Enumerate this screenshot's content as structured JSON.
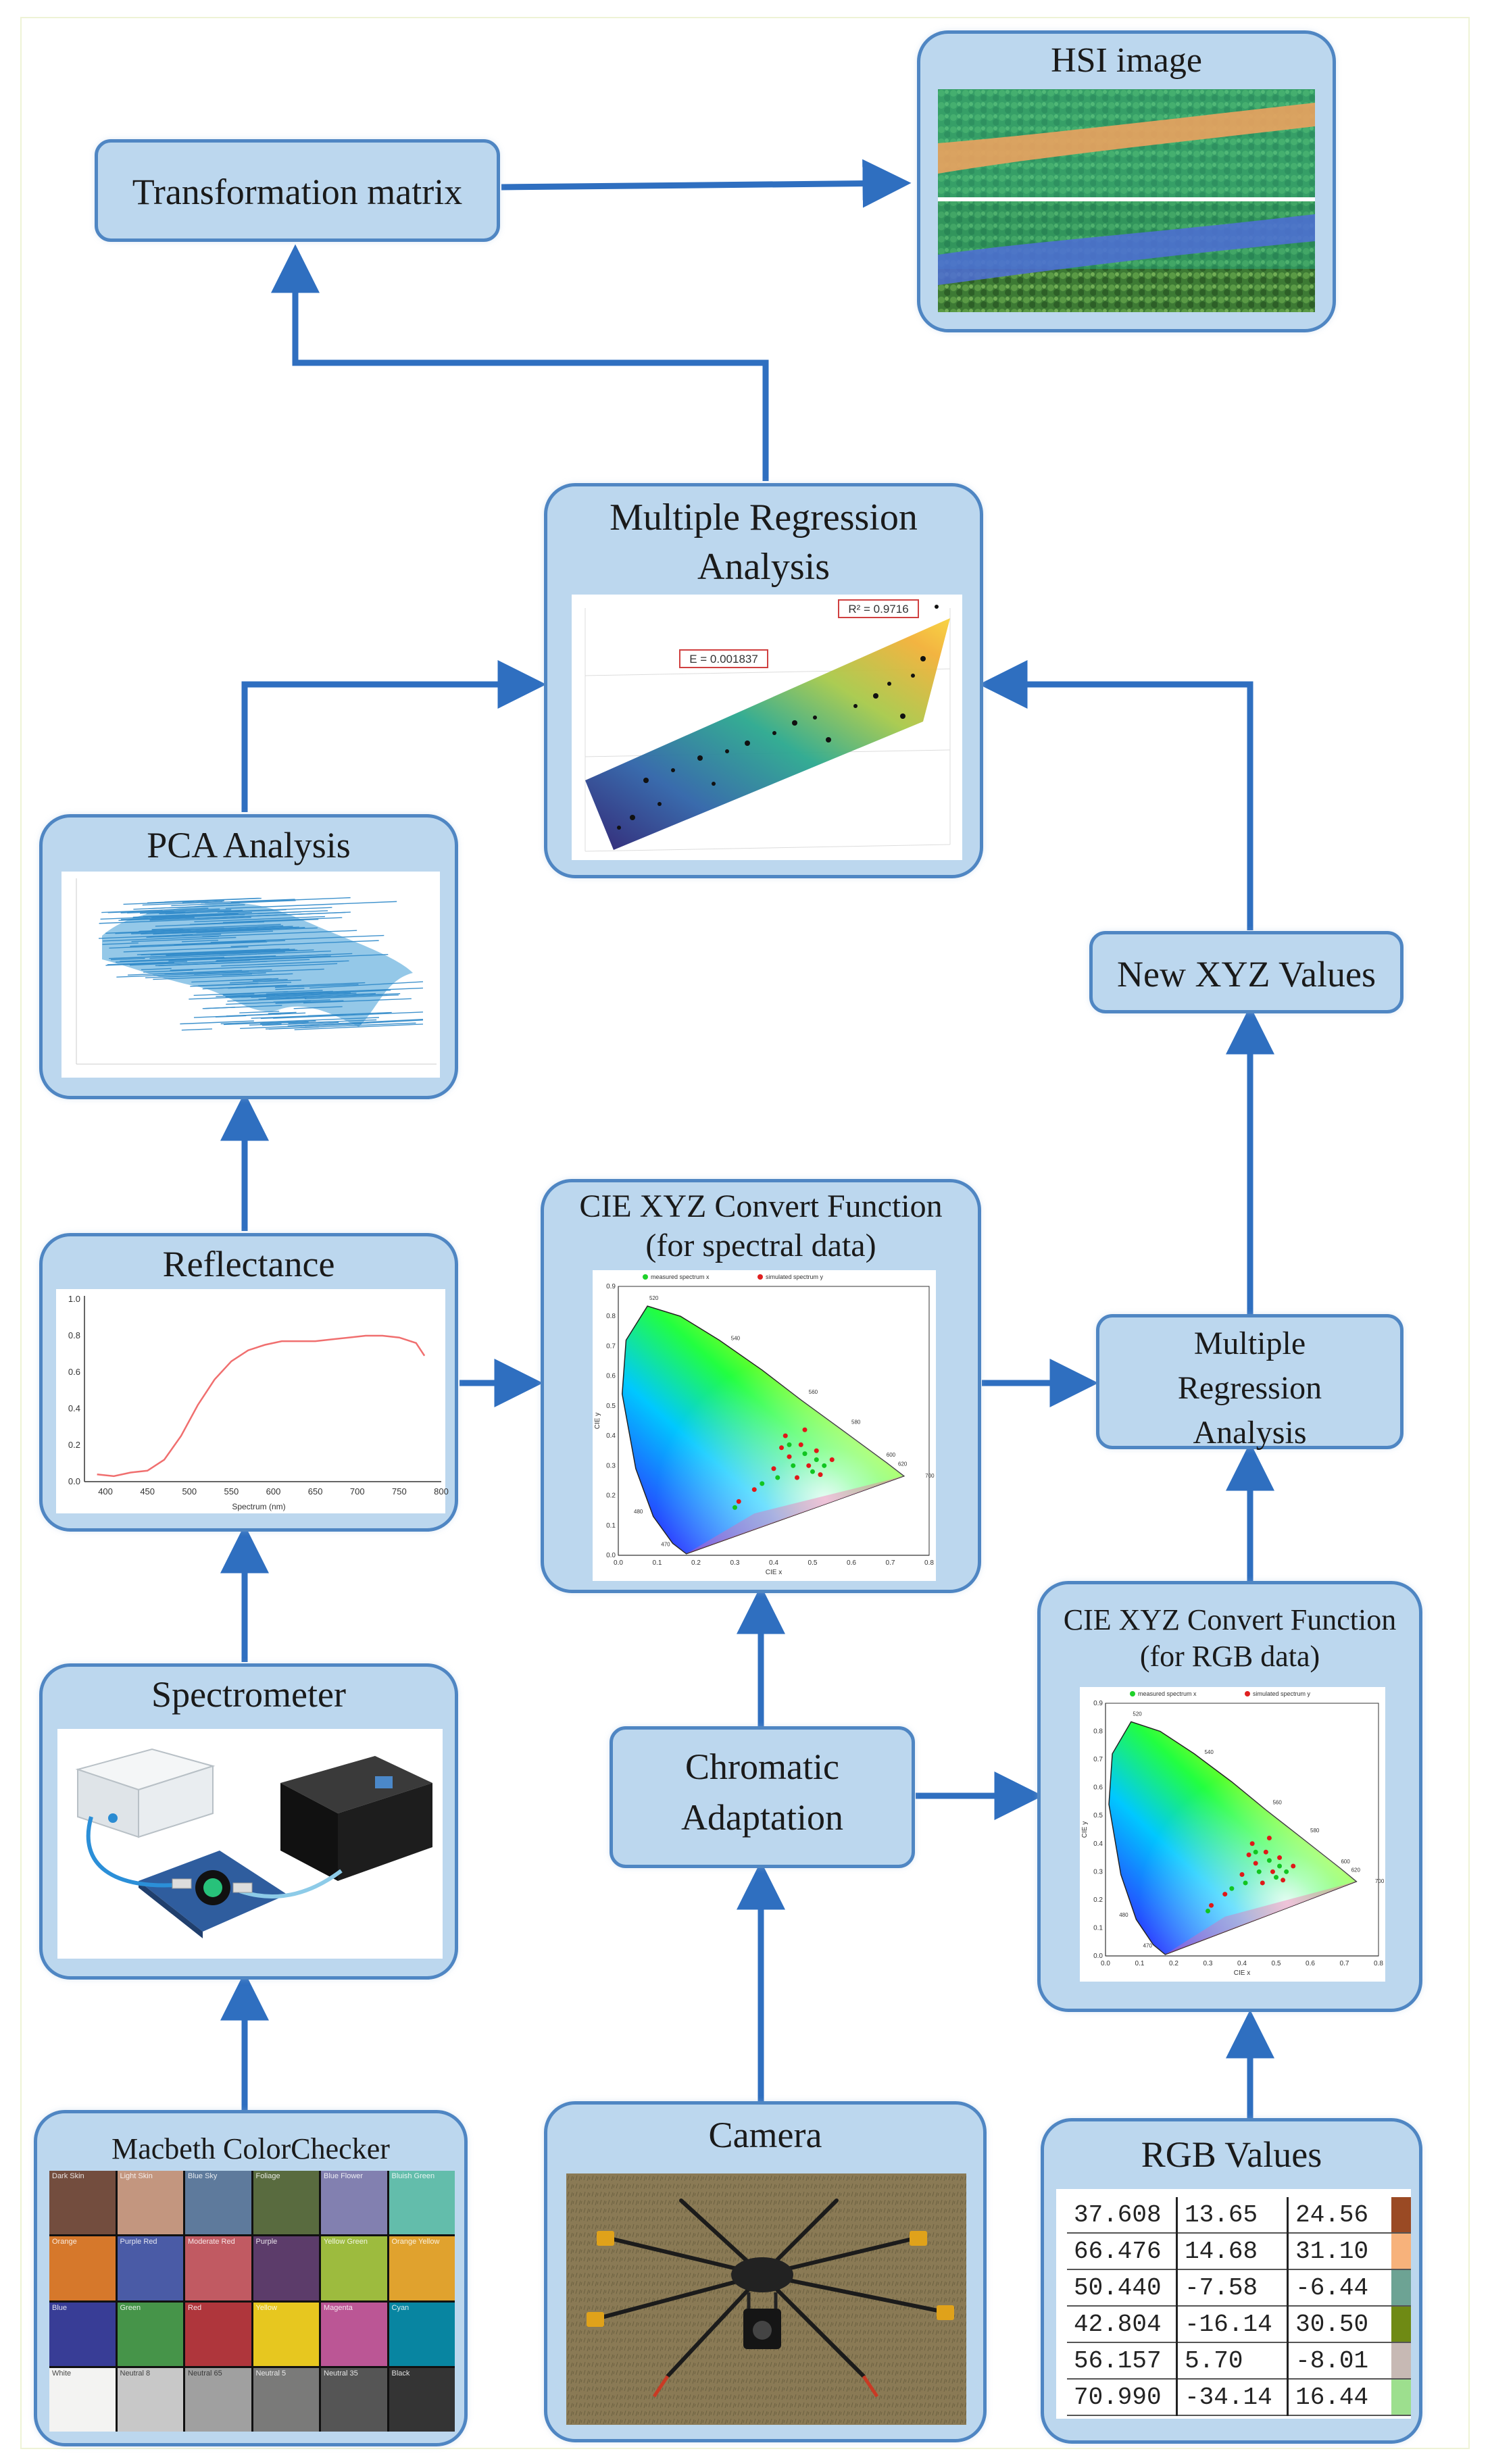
{
  "nodes": {
    "hsi_image": "HSI image",
    "transformation_matrix": "Transformation matrix",
    "multiple_regression_main": "Multiple Regression Analysis",
    "pca_analysis": "PCA Analysis",
    "new_xyz_values": "New XYZ Values",
    "reflectance": "Reflectance",
    "cie_spectral_line1": "CIE XYZ Convert Function",
    "cie_spectral_line2": "(for spectral data)",
    "multiple_regression_small": "Multiple Regression Analysis",
    "spectrometer": "Spectrometer",
    "chromatic_adaptation": "Chromatic Adaptation",
    "cie_rgb_line1": "CIE XYZ Convert Function",
    "cie_rgb_line2": "(for RGB data)",
    "macbeth": "Macbeth ColorChecker",
    "camera": "Camera",
    "rgb_values": "RGB Values"
  },
  "regression_plot": {
    "r_squared_label": "R² = 0.9716",
    "error_label": "E = 0.001837"
  },
  "cie_plot": {
    "legend_measured": "measured spectrum x",
    "legend_simulated": "simulated spectrum y",
    "xlabel": "CIE x",
    "ylabel": "CIE y",
    "xticks": [
      "0.0",
      "0.1",
      "0.2",
      "0.3",
      "0.4",
      "0.5",
      "0.6",
      "0.7",
      "0.8"
    ],
    "yticks": [
      "0.0",
      "0.1",
      "0.2",
      "0.3",
      "0.4",
      "0.5",
      "0.6",
      "0.7",
      "0.8",
      "0.9"
    ],
    "locus_labels": [
      "520",
      "540",
      "560",
      "580",
      "600",
      "620",
      "700",
      "480",
      "470"
    ]
  },
  "reflectance_plot": {
    "xlabel": "Spectrum (nm)",
    "xticks": [
      "400",
      "450",
      "500",
      "550",
      "600",
      "650",
      "700",
      "750",
      "800"
    ],
    "yticks": [
      "0.0",
      "0.2",
      "0.4",
      "0.6",
      "0.8",
      "1.0"
    ],
    "curve": [
      [
        390,
        0.04
      ],
      [
        410,
        0.03
      ],
      [
        430,
        0.05
      ],
      [
        450,
        0.06
      ],
      [
        470,
        0.12
      ],
      [
        490,
        0.25
      ],
      [
        510,
        0.42
      ],
      [
        530,
        0.56
      ],
      [
        550,
        0.66
      ],
      [
        570,
        0.72
      ],
      [
        590,
        0.75
      ],
      [
        610,
        0.77
      ],
      [
        630,
        0.77
      ],
      [
        650,
        0.77
      ],
      [
        670,
        0.78
      ],
      [
        690,
        0.79
      ],
      [
        710,
        0.8
      ],
      [
        730,
        0.8
      ],
      [
        750,
        0.79
      ],
      [
        770,
        0.76
      ],
      [
        780,
        0.69
      ]
    ]
  },
  "rgb_table": {
    "rows": [
      {
        "a": "37.608",
        "b": "13.65",
        "c": "24.56",
        "swatch": "#9a4a24"
      },
      {
        "a": "66.476",
        "b": "14.68",
        "c": "31.10",
        "swatch": "#f7b27b"
      },
      {
        "a": "50.440",
        "b": "-7.58",
        "c": "-6.44",
        "swatch": "#6da394"
      },
      {
        "a": "42.804",
        "b": "-16.14",
        "c": "30.50",
        "swatch": "#6f8a14"
      },
      {
        "a": "56.157",
        "b": "5.70",
        "c": "-8.01",
        "swatch": "#c7b9b4"
      },
      {
        "a": "70.990",
        "b": "-34.14",
        "c": "16.44",
        "swatch": "#9ddf8e"
      }
    ]
  },
  "macbeth_patches": [
    {
      "name": "Dark Skin",
      "color": "#734d3e"
    },
    {
      "name": "Light Skin",
      "color": "#c3967f"
    },
    {
      "name": "Blue Sky",
      "color": "#5e7a9c"
    },
    {
      "name": "Foliage",
      "color": "#596b3f"
    },
    {
      "name": "Blue Flower",
      "color": "#8280b0"
    },
    {
      "name": "Bluish Green",
      "color": "#63bdab"
    },
    {
      "name": "Orange",
      "color": "#d6782b"
    },
    {
      "name": "Purple Red",
      "color": "#4a5ba6"
    },
    {
      "name": "Moderate Red",
      "color": "#c15a62"
    },
    {
      "name": "Purple",
      "color": "#5c3c6a"
    },
    {
      "name": "Yellow Green",
      "color": "#9dbb3e"
    },
    {
      "name": "Orange Yellow",
      "color": "#e0a22e"
    },
    {
      "name": "Blue",
      "color": "#383d96"
    },
    {
      "name": "Green",
      "color": "#469449"
    },
    {
      "name": "Red",
      "color": "#af363c"
    },
    {
      "name": "Yellow",
      "color": "#e7c71f"
    },
    {
      "name": "Magenta",
      "color": "#bb5695"
    },
    {
      "name": "Cyan",
      "color": "#0885a1"
    },
    {
      "name": "White",
      "color": "#f3f3f2"
    },
    {
      "name": "Neutral 8",
      "color": "#c8c8c8"
    },
    {
      "name": "Neutral 65",
      "color": "#a0a0a0"
    },
    {
      "name": "Neutral 5",
      "color": "#7a7a79"
    },
    {
      "name": "Neutral 35",
      "color": "#555555"
    },
    {
      "name": "Black",
      "color": "#343434"
    }
  ],
  "colors": {
    "box_fill": "#bcd7ee",
    "box_border": "#4f86c3",
    "arrow": "#2f6fc0"
  }
}
